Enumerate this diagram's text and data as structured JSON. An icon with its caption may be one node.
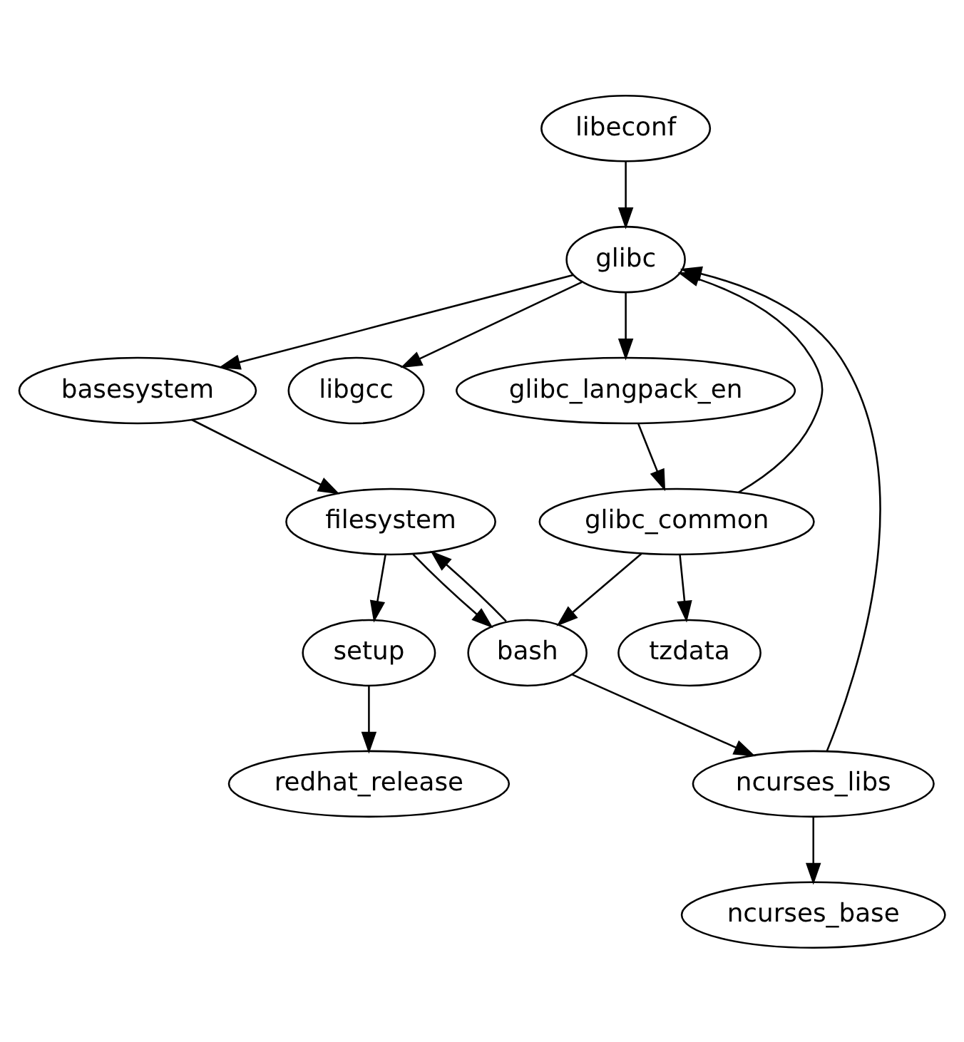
{
  "diagram": {
    "nodes": [
      {
        "text": [
          "libeconf"
        ]
      },
      {
        "text": [
          "glibc"
        ]
      },
      {
        "text": [
          "basesystem"
        ]
      },
      {
        "text": [
          "libgcc"
        ]
      },
      {
        "text": [
          "glibc_langpack_en"
        ]
      },
      {
        "text": [
          "glibc_common"
        ]
      },
      {
        "text": [
          "tzdata"
        ]
      },
      {
        "text": [
          "bash"
        ]
      },
      {
        "text": [
          "filesystem"
        ]
      },
      {
        "text": [
          "ncurses_libs"
        ]
      },
      {
        "text": [
          "setup"
        ]
      },
      {
        "text": [
          "ncurses_base"
        ]
      },
      {
        "text": [
          "redhat_release"
        ]
      }
    ],
    "edges": [
      {
        "from": 0,
        "to": 1,
        "arrow": "to"
      },
      {
        "from": 1,
        "to": 2,
        "arrow": "to"
      },
      {
        "from": 1,
        "to": 3,
        "arrow": "to"
      },
      {
        "from": 1,
        "to": 4,
        "arrow": "to"
      },
      {
        "from": 4,
        "to": 5,
        "arrow": "to"
      },
      {
        "from": 5,
        "to": 1,
        "arrow": "to"
      },
      {
        "from": 5,
        "to": 6,
        "arrow": "to"
      },
      {
        "from": 5,
        "to": 7,
        "arrow": "to"
      },
      {
        "from": 2,
        "to": 8,
        "arrow": "to"
      },
      {
        "from": 7,
        "to": 8,
        "arrow": "to"
      },
      {
        "from": 8,
        "to": 7,
        "arrow": "to"
      },
      {
        "from": 7,
        "to": 9,
        "arrow": "to"
      },
      {
        "from": 9,
        "to": 1,
        "arrow": "to"
      },
      {
        "from": 9,
        "to": 11,
        "arrow": "to"
      },
      {
        "from": 8,
        "to": 10,
        "arrow": "to"
      },
      {
        "from": 10,
        "to": 12,
        "arrow": "to"
      }
    ]
  }
}
